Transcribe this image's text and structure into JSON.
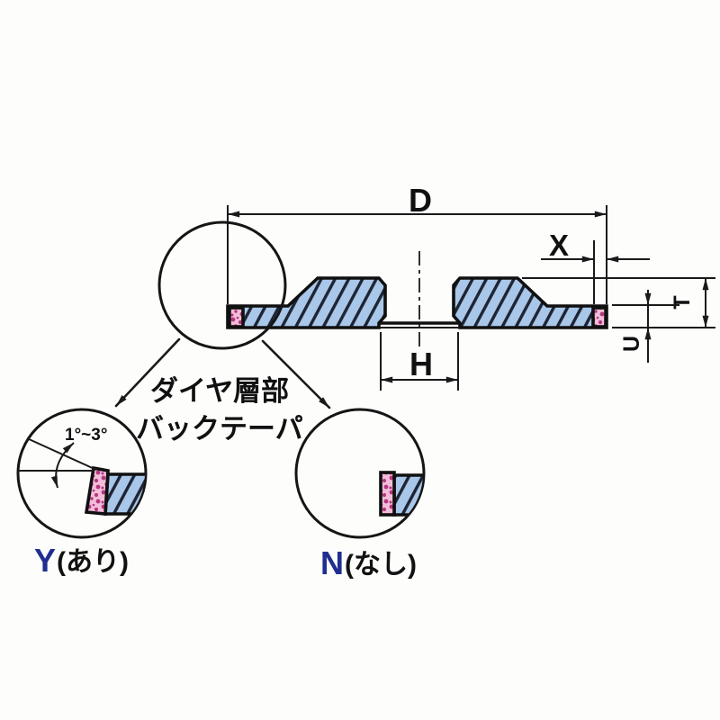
{
  "diagram": {
    "dims": {
      "D": "D",
      "X": "X",
      "T": "T",
      "U": "U",
      "H": "H"
    },
    "angle_note": "1°~3°",
    "note_line1": "ダイヤ層部",
    "note_line2": "バックテーパ",
    "variants": {
      "with_taper": {
        "code": "Y",
        "label": "(あり)"
      },
      "without_taper": {
        "code": "N",
        "label": "(なし)"
      }
    },
    "colors": {
      "line": "#1a1a1a",
      "body": "#a9c7e9",
      "hatch": "#1d2433",
      "pink": "#f2bdd8",
      "pinkDot": "#b5367f",
      "navy": "#202e90"
    }
  }
}
